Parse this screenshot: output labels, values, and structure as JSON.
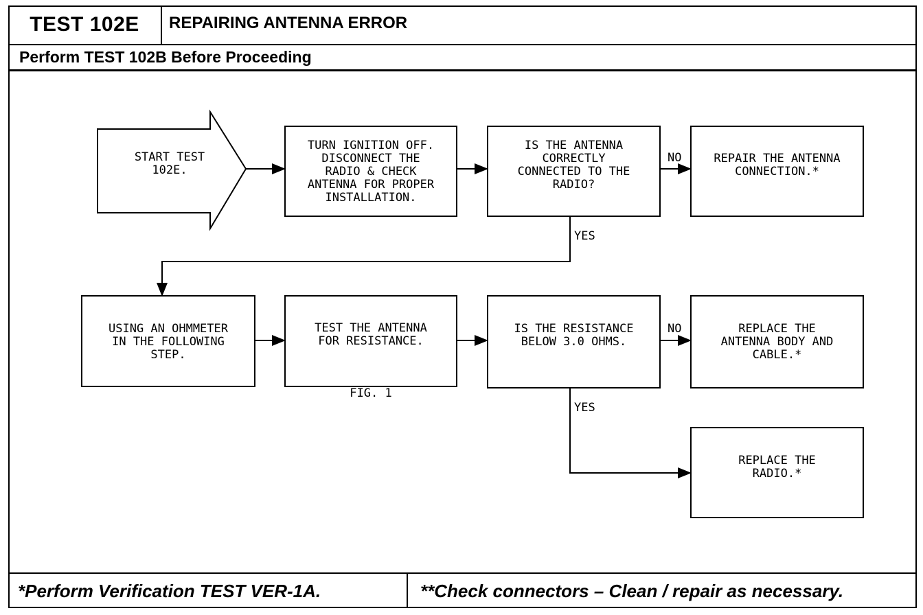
{
  "header": {
    "test_id": "TEST 102E",
    "title": "REPAIRING ANTENNA ERROR",
    "subtitle": "Perform TEST 102B Before Proceeding"
  },
  "flow": {
    "start": "START TEST\n102E.",
    "step_turn_off": "TURN IGNITION OFF.\nDISCONNECT THE\nRADIO & CHECK\nANTENNA FOR PROPER\nINSTALLATION.",
    "q_connected": "IS THE ANTENNA\nCORRECTLY\nCONNECTED TO THE\nRADIO?",
    "repair_connection": "REPAIR THE ANTENNA\nCONNECTION.*",
    "step_ohmmeter": "USING AN OHMMETER\nIN THE FOLLOWING\nSTEP.",
    "step_test_resistance": "TEST THE ANTENNA\nFOR RESISTANCE.",
    "fig_ref": "FIG. 1",
    "q_resistance": "IS THE RESISTANCE\nBELOW 3.0 OHMS.",
    "replace_antenna": "REPLACE THE\nANTENNA BODY AND\nCABLE.*",
    "replace_radio": "REPLACE THE\nRADIO.*",
    "no_label_1": "NO",
    "yes_label_1": "YES",
    "no_label_2": "NO",
    "yes_label_2": "YES"
  },
  "footer": {
    "left": "*Perform Verification TEST VER-1A.",
    "right": "**Check connectors – Clean / repair as necessary."
  }
}
